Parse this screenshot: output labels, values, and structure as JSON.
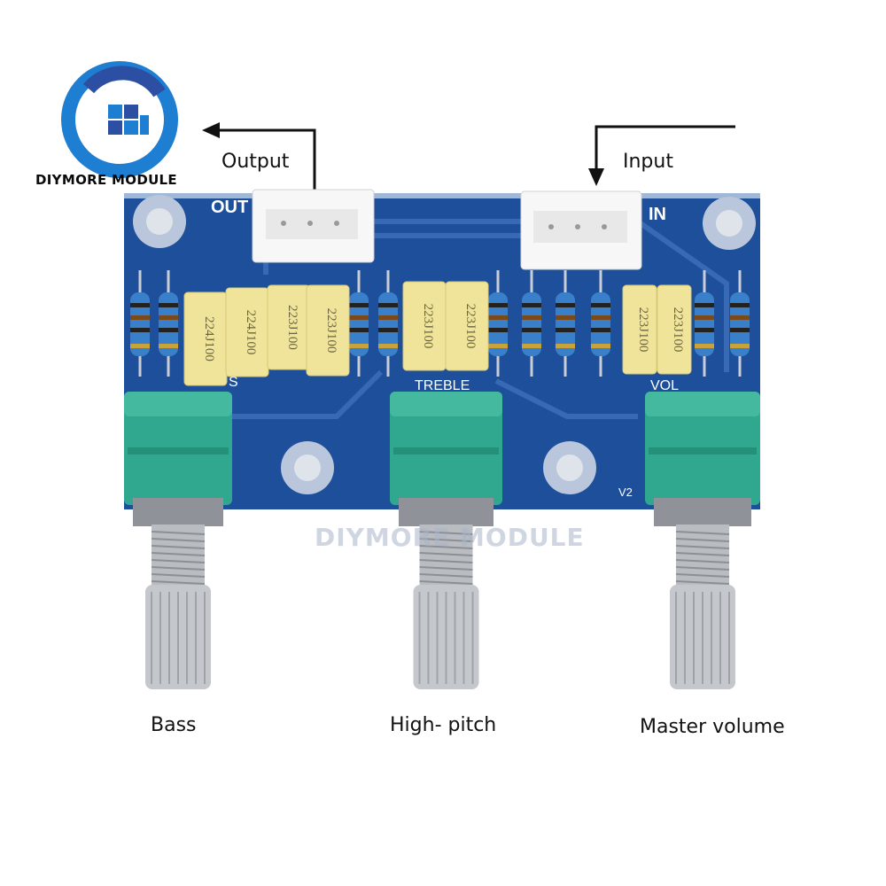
{
  "brand": {
    "logo_text": "DIYMORE MODULE",
    "watermark": "DIYMORE MODULE",
    "logo_icon": "diymore-logo-icon"
  },
  "arrows": {
    "output_label": "Output",
    "input_label": "Input"
  },
  "board": {
    "silkscreen_out": "OUT",
    "silkscreen_in": "IN",
    "silkscreen_bass": "S",
    "silkscreen_treble": "TREBLE",
    "silkscreen_vol": "VOL",
    "silkscreen_version": "V2",
    "capacitor_marking": "223J100",
    "capacitor_marking_alt": "224J100"
  },
  "knobs": {
    "bass_label": "Bass",
    "high_label": "High- pitch",
    "master_label": "Master volume"
  },
  "colors": {
    "pcb": "#1d4f9a",
    "pcb_dark": "#123a7a",
    "pot_green": "#2fa88f",
    "capacitor": "#f0e39a",
    "metal": "#b9bcc0"
  }
}
